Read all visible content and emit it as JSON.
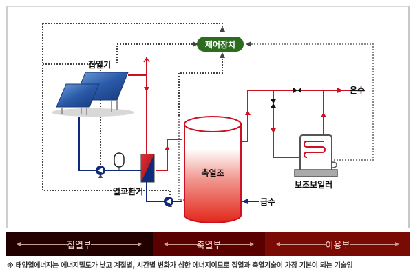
{
  "diagram": {
    "labels": {
      "collector": "집열기",
      "controller": "제어장치",
      "heat_exchanger": "열교환기",
      "storage_tank": "축열조",
      "hot_water": "온수",
      "supply_water": "급수",
      "aux_boiler": "보조보일러"
    },
    "colors": {
      "hot_pipe": "#cc1122",
      "cold_pipe": "#0f2a7a",
      "controller": "#2d6b1e",
      "control_line": "#555555",
      "tank_top": "#ffffff",
      "tank_bottom": "#e02a1e"
    }
  },
  "bands": [
    {
      "label": "집열부",
      "color": "#220000"
    },
    {
      "label": "축열부",
      "color": "#5a0000"
    },
    {
      "label": "이용부",
      "color": "#7a0a04"
    }
  ],
  "footnote": "※ 태양열에너지는 에너지밀도가 낮고 계절별, 시간별 변화가 심한 에너지이므로 집열과 축열기술이 가장 기본이 되는 기술임"
}
